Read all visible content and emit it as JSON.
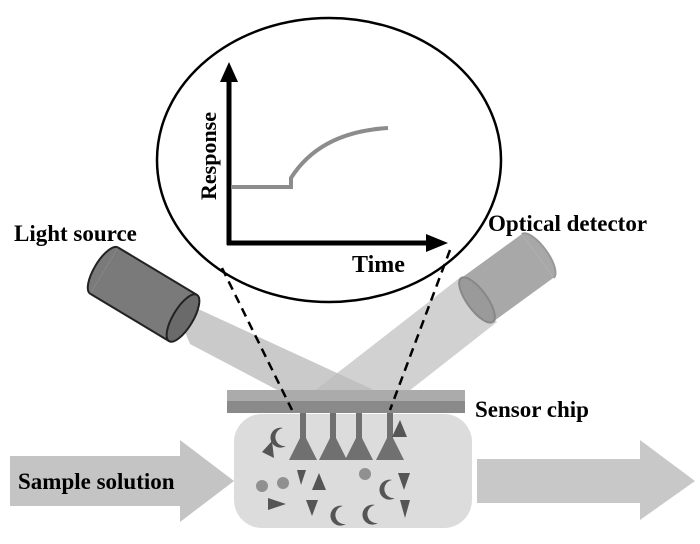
{
  "labels": {
    "light_source": "Light source",
    "optical_detector": "Optical detector",
    "sensor_chip": "Sensor chip",
    "sample_solution": "Sample solution",
    "y_axis": "Response",
    "x_axis": "Time"
  },
  "colors": {
    "beam": "#bdbdbd",
    "chip_top": "#a8a8a8",
    "chip_bottom": "#8a8a8a",
    "flow_cell": "#dcdcdc",
    "analyte": "#555555",
    "arrow": "#c4c4c4",
    "response_curve": "#8c8c8c"
  }
}
